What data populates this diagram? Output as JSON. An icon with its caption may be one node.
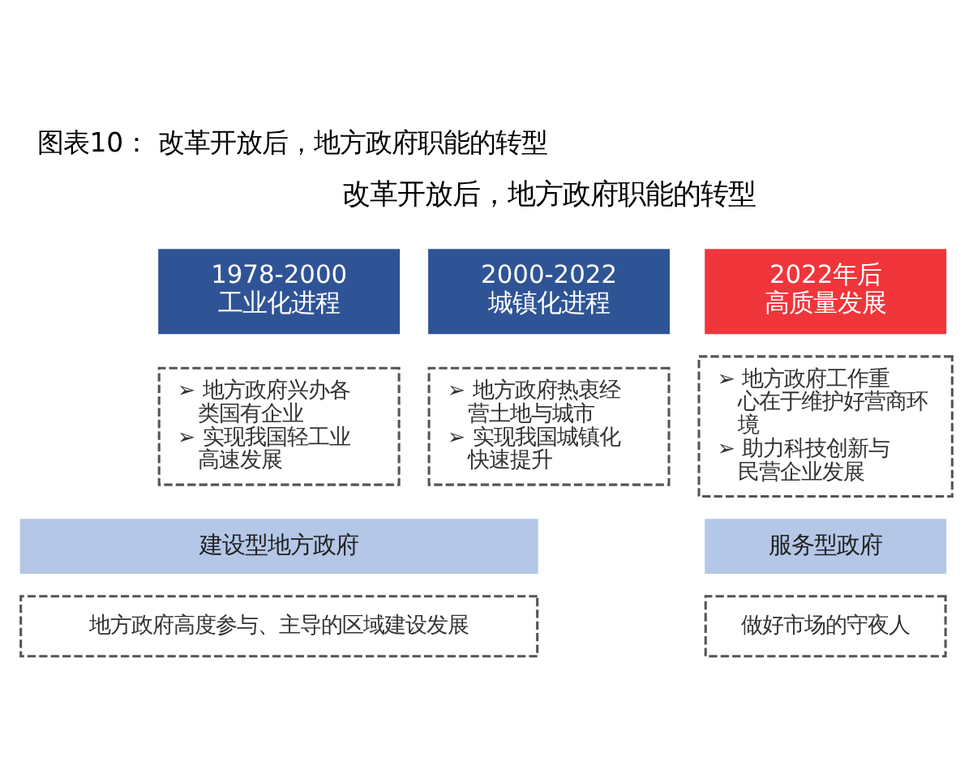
{
  "diagram": {
    "title": "图表10： 改革开放后，地方政府职能的转型",
    "nodes": [
      {
        "text": [
          "1978-2000",
          "工业化进程"
        ]
      },
      {
        "text": [
          "2000-2022",
          "城镇化进程"
        ]
      },
      {
        "text": [
          "2022年后",
          "高质量发展"
        ]
      },
      {
        "text": [
          "➢ 地方政府兴办各类国有企业",
          "➢ 实现我国轻工业高速发展"
        ]
      },
      {
        "text": [
          "➢ 地方政府热衷经营土地与城市",
          "➢ 实现我国城镇化快速提升"
        ]
      },
      {
        "text": [
          "➢ 地方政府工作重心在于维护好营商环境",
          "➢ 助力科技创新与民营企业发展"
        ]
      },
      {
        "text": [
          "建设型地方政府"
        ]
      },
      {
        "text": [
          "服务型政府"
        ]
      },
      {
        "text": [
          "地方政府高度参与、主导的区域建设发展"
        ]
      },
      {
        "text": [
          "做好市场的守夜人"
        ]
      }
    ],
    "edges": [],
    "labels": [
      "改革开放后，地方政府职能的转型"
    ]
  }
}
